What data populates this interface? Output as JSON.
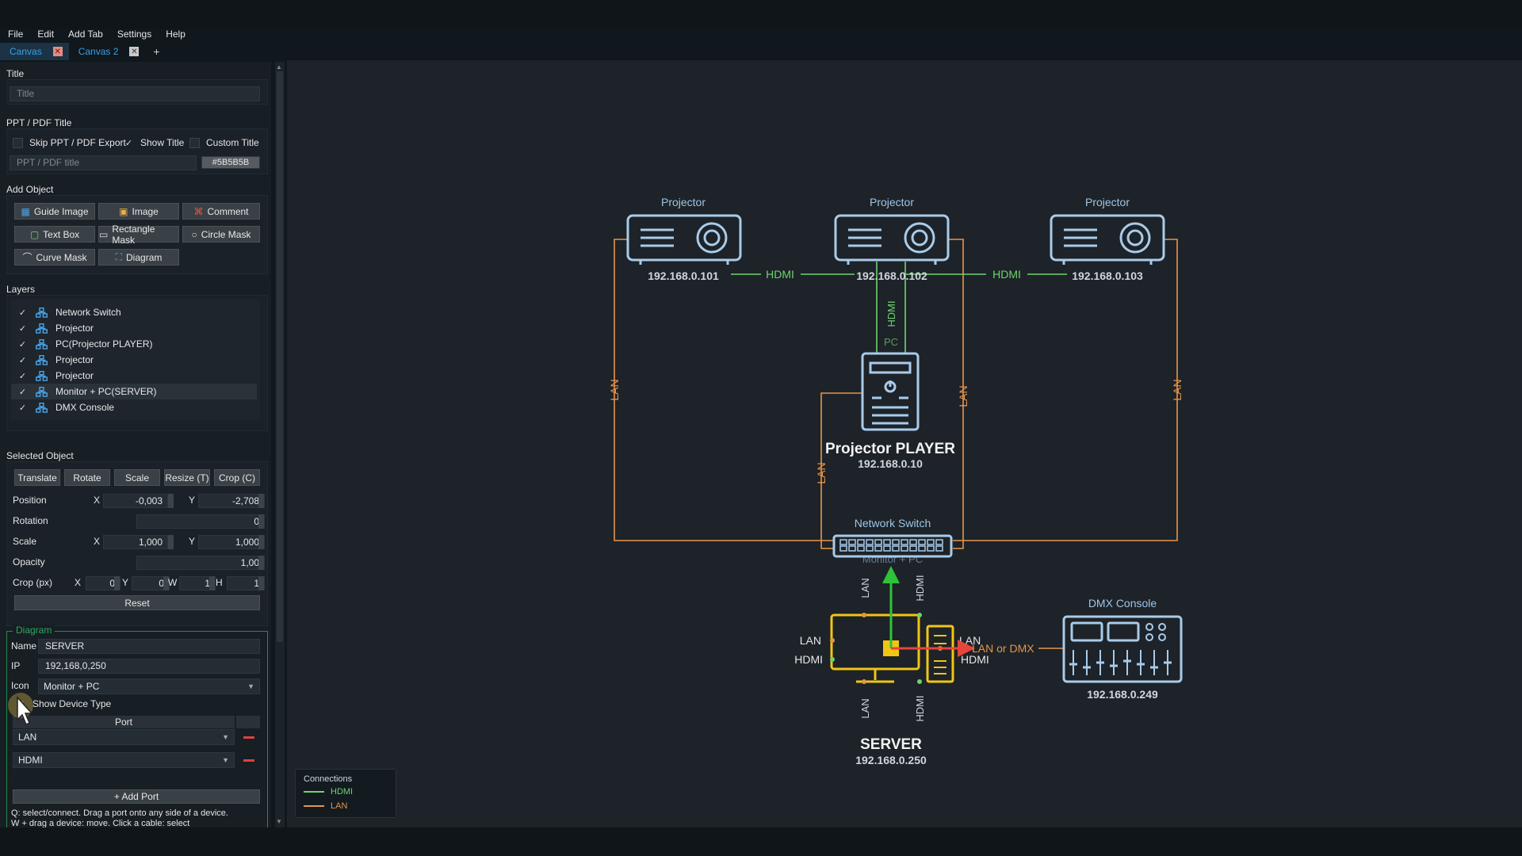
{
  "menu": [
    "File",
    "Edit",
    "Add Tab",
    "Settings",
    "Help"
  ],
  "tabs": [
    {
      "label": "Canvas",
      "active": true
    },
    {
      "label": "Canvas 2",
      "active": false
    }
  ],
  "tab_add": "+",
  "sidebar": {
    "title_label": "Title",
    "title_placeholder": "Title",
    "ppt_label": "PPT / PDF Title",
    "skip_ppt": "Skip PPT / PDF Export",
    "show_title": "Show Title",
    "custom_title": "Custom Title",
    "ppt_placeholder": "PPT / PDF title",
    "color_value": "#5B5B5B",
    "check_mark": "✓",
    "add_object_label": "Add Object",
    "add_buttons": {
      "guide_image": "Guide Image",
      "image": "Image",
      "comment": "Comment",
      "text_box": "Text Box",
      "rectangle_mask": "Rectangle Mask",
      "circle_mask": "Circle Mask",
      "curve_mask": "Curve Mask",
      "diagram": "Diagram"
    },
    "layers_label": "Layers",
    "layers": [
      "Network Switch",
      "Projector",
      "PC(Projector PLAYER)",
      "Projector",
      "Projector",
      "Monitor + PC(SERVER)",
      "DMX Console"
    ],
    "selected_label": "Selected Object",
    "transform_buttons": {
      "translate": "Translate",
      "rotate": "Rotate",
      "scale": "Scale",
      "resize": "Resize (T)",
      "crop": "Crop (C)"
    },
    "props": {
      "position": "Position",
      "rotation": "Rotation",
      "scale": "Scale",
      "opacity": "Opacity",
      "crop": "Crop (px)",
      "x": "X",
      "y": "Y",
      "w": "W",
      "h": "H",
      "pos_x": "-0,003",
      "pos_y": "-2,708",
      "rotation_val": "0",
      "scale_x": "1,000",
      "scale_y": "1,000",
      "opacity_val": "1,00",
      "crop_x": "0",
      "crop_y": "0",
      "crop_w": "1",
      "crop_h": "1"
    },
    "reset": "Reset",
    "diagram": {
      "label": "Diagram",
      "name_label": "Name",
      "name_value": "SERVER",
      "ip_label": "IP",
      "ip_value": "192,168,0,250",
      "icon_label": "Icon",
      "icon_value": "Monitor + PC",
      "show_device_type": "Show Device Type",
      "port_header": "Port",
      "ports": [
        "LAN",
        "HDMI"
      ],
      "add_port": "+ Add Port",
      "help1": "Q: select/connect. Drag a port onto any side of a device.",
      "help2": "W + drag a device: move. Click a cable: select"
    }
  },
  "canvas": {
    "projectors": [
      {
        "label": "Projector",
        "ip": "192.168.0.101"
      },
      {
        "label": "Projector",
        "ip": "192.168.0.102"
      },
      {
        "label": "Projector",
        "ip": "192.168.0.103"
      }
    ],
    "hdmi": "HDMI",
    "lan": "LAN",
    "pc_tag": "PC",
    "player_name": "Projector PLAYER",
    "player_ip": "192.168.0.10",
    "switch_label": "Network Switch",
    "server_tag": "Monitor + PC",
    "server_name": "SERVER",
    "server_ip": "192.168.0.250",
    "lan_or_dmx": "LAN or DMX",
    "dmx_label": "DMX Console",
    "dmx_ip": "192.168.0.249"
  },
  "legend": {
    "title": "Connections",
    "hdmi": "HDMI",
    "lan": "LAN",
    "hdmi_color": "#6fd36f",
    "lan_color": "#e8944a"
  },
  "colors": {
    "device_stroke": "#a9cbea",
    "device_label": "#9ec6e8",
    "hdmi": "#6fd36f",
    "lan": "#e8944a",
    "server_yellow": "#f2c515",
    "arrow_red": "#e8453a",
    "arrow_green": "#2ec23a"
  }
}
